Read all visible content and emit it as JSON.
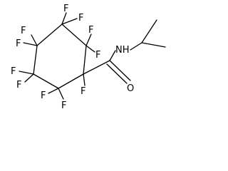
{
  "molecule": {
    "labels": {
      "f1": "F",
      "f2": "F",
      "f3": "F",
      "f4": "F",
      "f5": "F",
      "f6": "F",
      "f7": "F",
      "f8": "F",
      "f9": "F",
      "f10": "F",
      "f11": "F",
      "nh": "NH",
      "o": "O"
    }
  }
}
